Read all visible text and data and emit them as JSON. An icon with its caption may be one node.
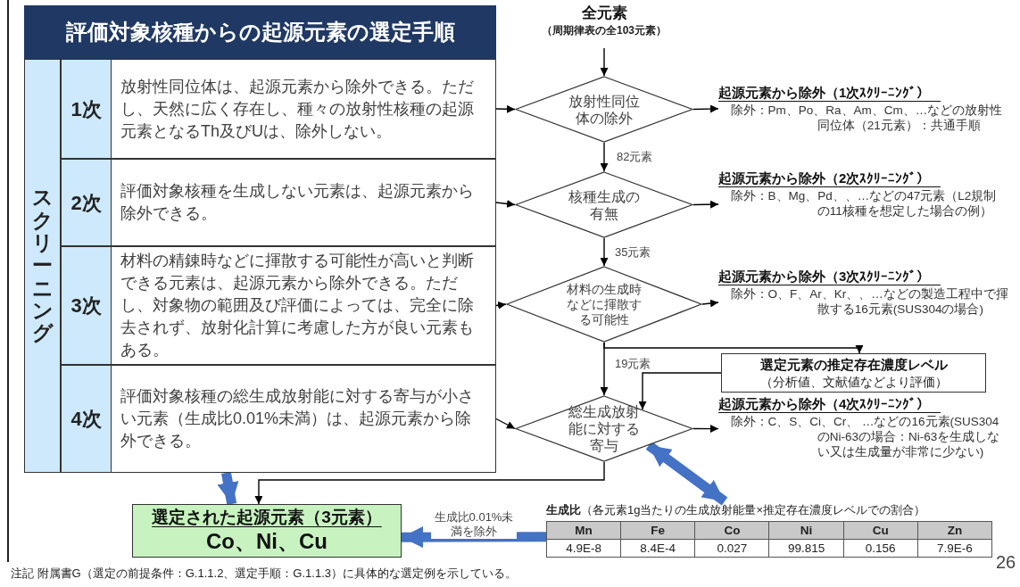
{
  "diagram": {
    "title": "評価対象核種からの起源元素の選定手順",
    "nodes": [
      {
        "text": [
          "スクリーニング"
        ]
      },
      {
        "text": [
          "1次",
          "放射性同位体は、起源元素から除外できる。ただし、天然に広く存在し、種々の放射性核種の起源元素となるTh及びUは、除外しない。"
        ]
      },
      {
        "text": [
          "2次",
          "評価対象核種を生成しない元素は、起源元素から除外できる。"
        ]
      },
      {
        "text": [
          "3次",
          "材料の精錬時などに揮散する可能性が高いと判断できる元素は、起源元素から除外できる。ただし、対象物の範囲及び評価によっては、完全に除去されず、放射化計算に考慮した方が良い元素もある。"
        ]
      },
      {
        "text": [
          "4次",
          "評価対象核種の総生成放射能に対する寄与が小さい元素（生成比0.01%未満）は、起源元素から除外できる。"
        ]
      },
      {
        "text": [
          "全元素",
          "（周期律表の全103元素）"
        ]
      },
      {
        "text": [
          "放射性同位体の除外"
        ]
      },
      {
        "text": [
          "核種生成の有無"
        ]
      },
      {
        "text": [
          "材料の生成時などに揮散する可能性"
        ]
      },
      {
        "text": [
          "総生成放射能に対する寄与"
        ]
      },
      {
        "text": [
          "起源元素から除外（1次ｽｸﾘｰﾆﾝｸﾞ）",
          "除外：Pm、Po、Ra、Am、Cm、…などの放射性同位体（21元素）：共通手順"
        ]
      },
      {
        "text": [
          "起源元素から除外（2次ｽｸﾘｰﾆﾝｸﾞ）",
          "除外：B、Mg、Pd、、…などの47元素（L2規制の11核種を想定した場合の例）"
        ]
      },
      {
        "text": [
          "起源元素から除外（3次ｽｸﾘｰﾆﾝｸﾞ）",
          "除外：O、F、Ar、Kr、、…などの製造工程中で揮散する16元素(SUS304の場合)"
        ]
      },
      {
        "text": [
          "選定元素の推定存在濃度レベル",
          "（分析値、文献値などより評価）"
        ]
      },
      {
        "text": [
          "起源元素から除外（4次ｽｸﾘｰﾆﾝｸﾞ）",
          "除外：C、S、Ci、Cr、 …などの16元素(SUS304のNi-63の場合：Ni-63を生成しない又は生成量が非常に少ない)"
        ]
      },
      {
        "text": [
          "選定された起源元素（3元素）",
          "Co、Ni、Cu"
        ]
      },
      {
        "text": [
          "**生成比**（各元素1g当たりの生成放射能量×推定存在濃度レベルでの割合）"
        ]
      }
    ],
    "edges": [
      {
        "from": 5,
        "to": 6,
        "arrow": "to"
      },
      {
        "from": 6,
        "to": 7,
        "arrow": "to",
        "label": "82元素"
      },
      {
        "from": 7,
        "to": 8,
        "arrow": "to",
        "label": "35元素"
      },
      {
        "from": 8,
        "to": 9,
        "arrow": "to",
        "label": "19元素"
      },
      {
        "from": 1,
        "to": 6,
        "arrow": "to"
      },
      {
        "from": 2,
        "to": 7,
        "arrow": "to"
      },
      {
        "from": 3,
        "to": 8,
        "arrow": "to"
      },
      {
        "from": 4,
        "to": 9,
        "arrow": "to"
      },
      {
        "from": 6,
        "to": 10,
        "arrow": "to"
      },
      {
        "from": 7,
        "to": 11,
        "arrow": "to"
      },
      {
        "from": 8,
        "to": 12,
        "arrow": "to"
      },
      {
        "from": 9,
        "to": 14,
        "arrow": "to"
      },
      {
        "from": 8,
        "to": 13,
        "arrow": "to"
      },
      {
        "from": 13,
        "to": 9,
        "arrow": "to"
      },
      {
        "from": 9,
        "to": 15,
        "arrow": "to"
      },
      {
        "from": 4,
        "to": 15,
        "arrow": "to",
        "style": "thick",
        "color": "#4472c4"
      },
      {
        "from": 9,
        "to": 16,
        "arrow": "both",
        "style": "thick",
        "color": "#4472c4"
      },
      {
        "from": 16,
        "to": 15,
        "arrow": "to",
        "style": "thick",
        "color": "#4472c4",
        "label": "生成比0.01%未満を除外"
      }
    ],
    "labels": [
      "Mn",
      "Fe",
      "Co",
      "Ni",
      "Cu",
      "Zn",
      "4.9E-8",
      "8.4E-4",
      "0.027",
      "99.815",
      "0.156",
      "7.9E-6",
      "注記 附属書G（選定の前提条件：G.1.1.2、選定手順：G.1.1.3）に具体的な選定例を示している。",
      "26"
    ]
  }
}
